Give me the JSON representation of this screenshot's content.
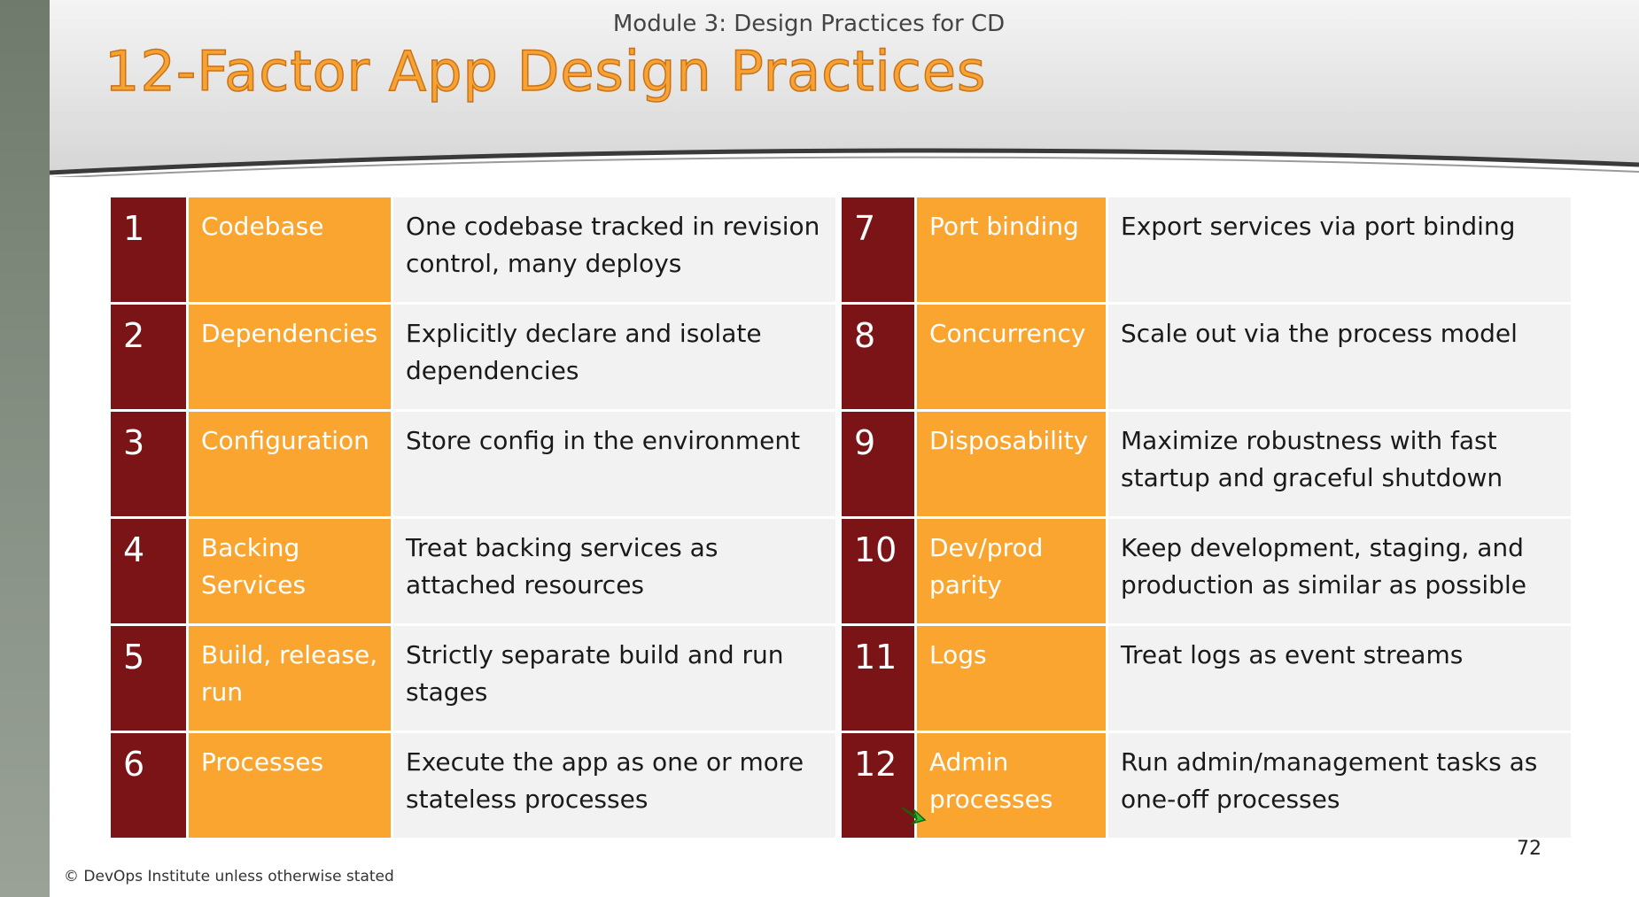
{
  "slide": {
    "module_title": "Module 3: Design Practices for CD",
    "title": "12-Factor App Design Practices",
    "page_number": "72",
    "footer": "©  DevOps Institute unless otherwise stated"
  },
  "colors": {
    "number_bg": "#7b1416",
    "name_bg": "#f9a530",
    "description_bg": "#f2f2f2",
    "title_orange": "#f7a233"
  },
  "factors": [
    {
      "number": "1",
      "name": "Codebase",
      "description": "One codebase tracked in revision control, many deploys"
    },
    {
      "number": "2",
      "name": "Dependencies",
      "description": "Explicitly declare and isolate dependencies"
    },
    {
      "number": "3",
      "name": "Configuration",
      "description": "Store config in the environment"
    },
    {
      "number": "4",
      "name": "Backing Services",
      "description": "Treat backing services as attached resources"
    },
    {
      "number": "5",
      "name": "Build, release, run",
      "description": "Strictly separate build and run stages"
    },
    {
      "number": "6",
      "name": "Processes",
      "description": "Execute the app as one or more stateless processes"
    },
    {
      "number": "7",
      "name": "Port binding",
      "description": "Export services via port binding"
    },
    {
      "number": "8",
      "name": "Concurrency",
      "description": "Scale out via the process model"
    },
    {
      "number": "9",
      "name": "Disposability",
      "description": "Maximize robustness with fast startup and graceful shutdown"
    },
    {
      "number": "10",
      "name": "Dev/prod parity",
      "description": "Keep development, staging, and production as similar as possible"
    },
    {
      "number": "11",
      "name": "Logs",
      "description": "Treat logs as event streams"
    },
    {
      "number": "12",
      "name": "Admin processes",
      "description": "Run admin/management tasks as one-off processes"
    }
  ]
}
